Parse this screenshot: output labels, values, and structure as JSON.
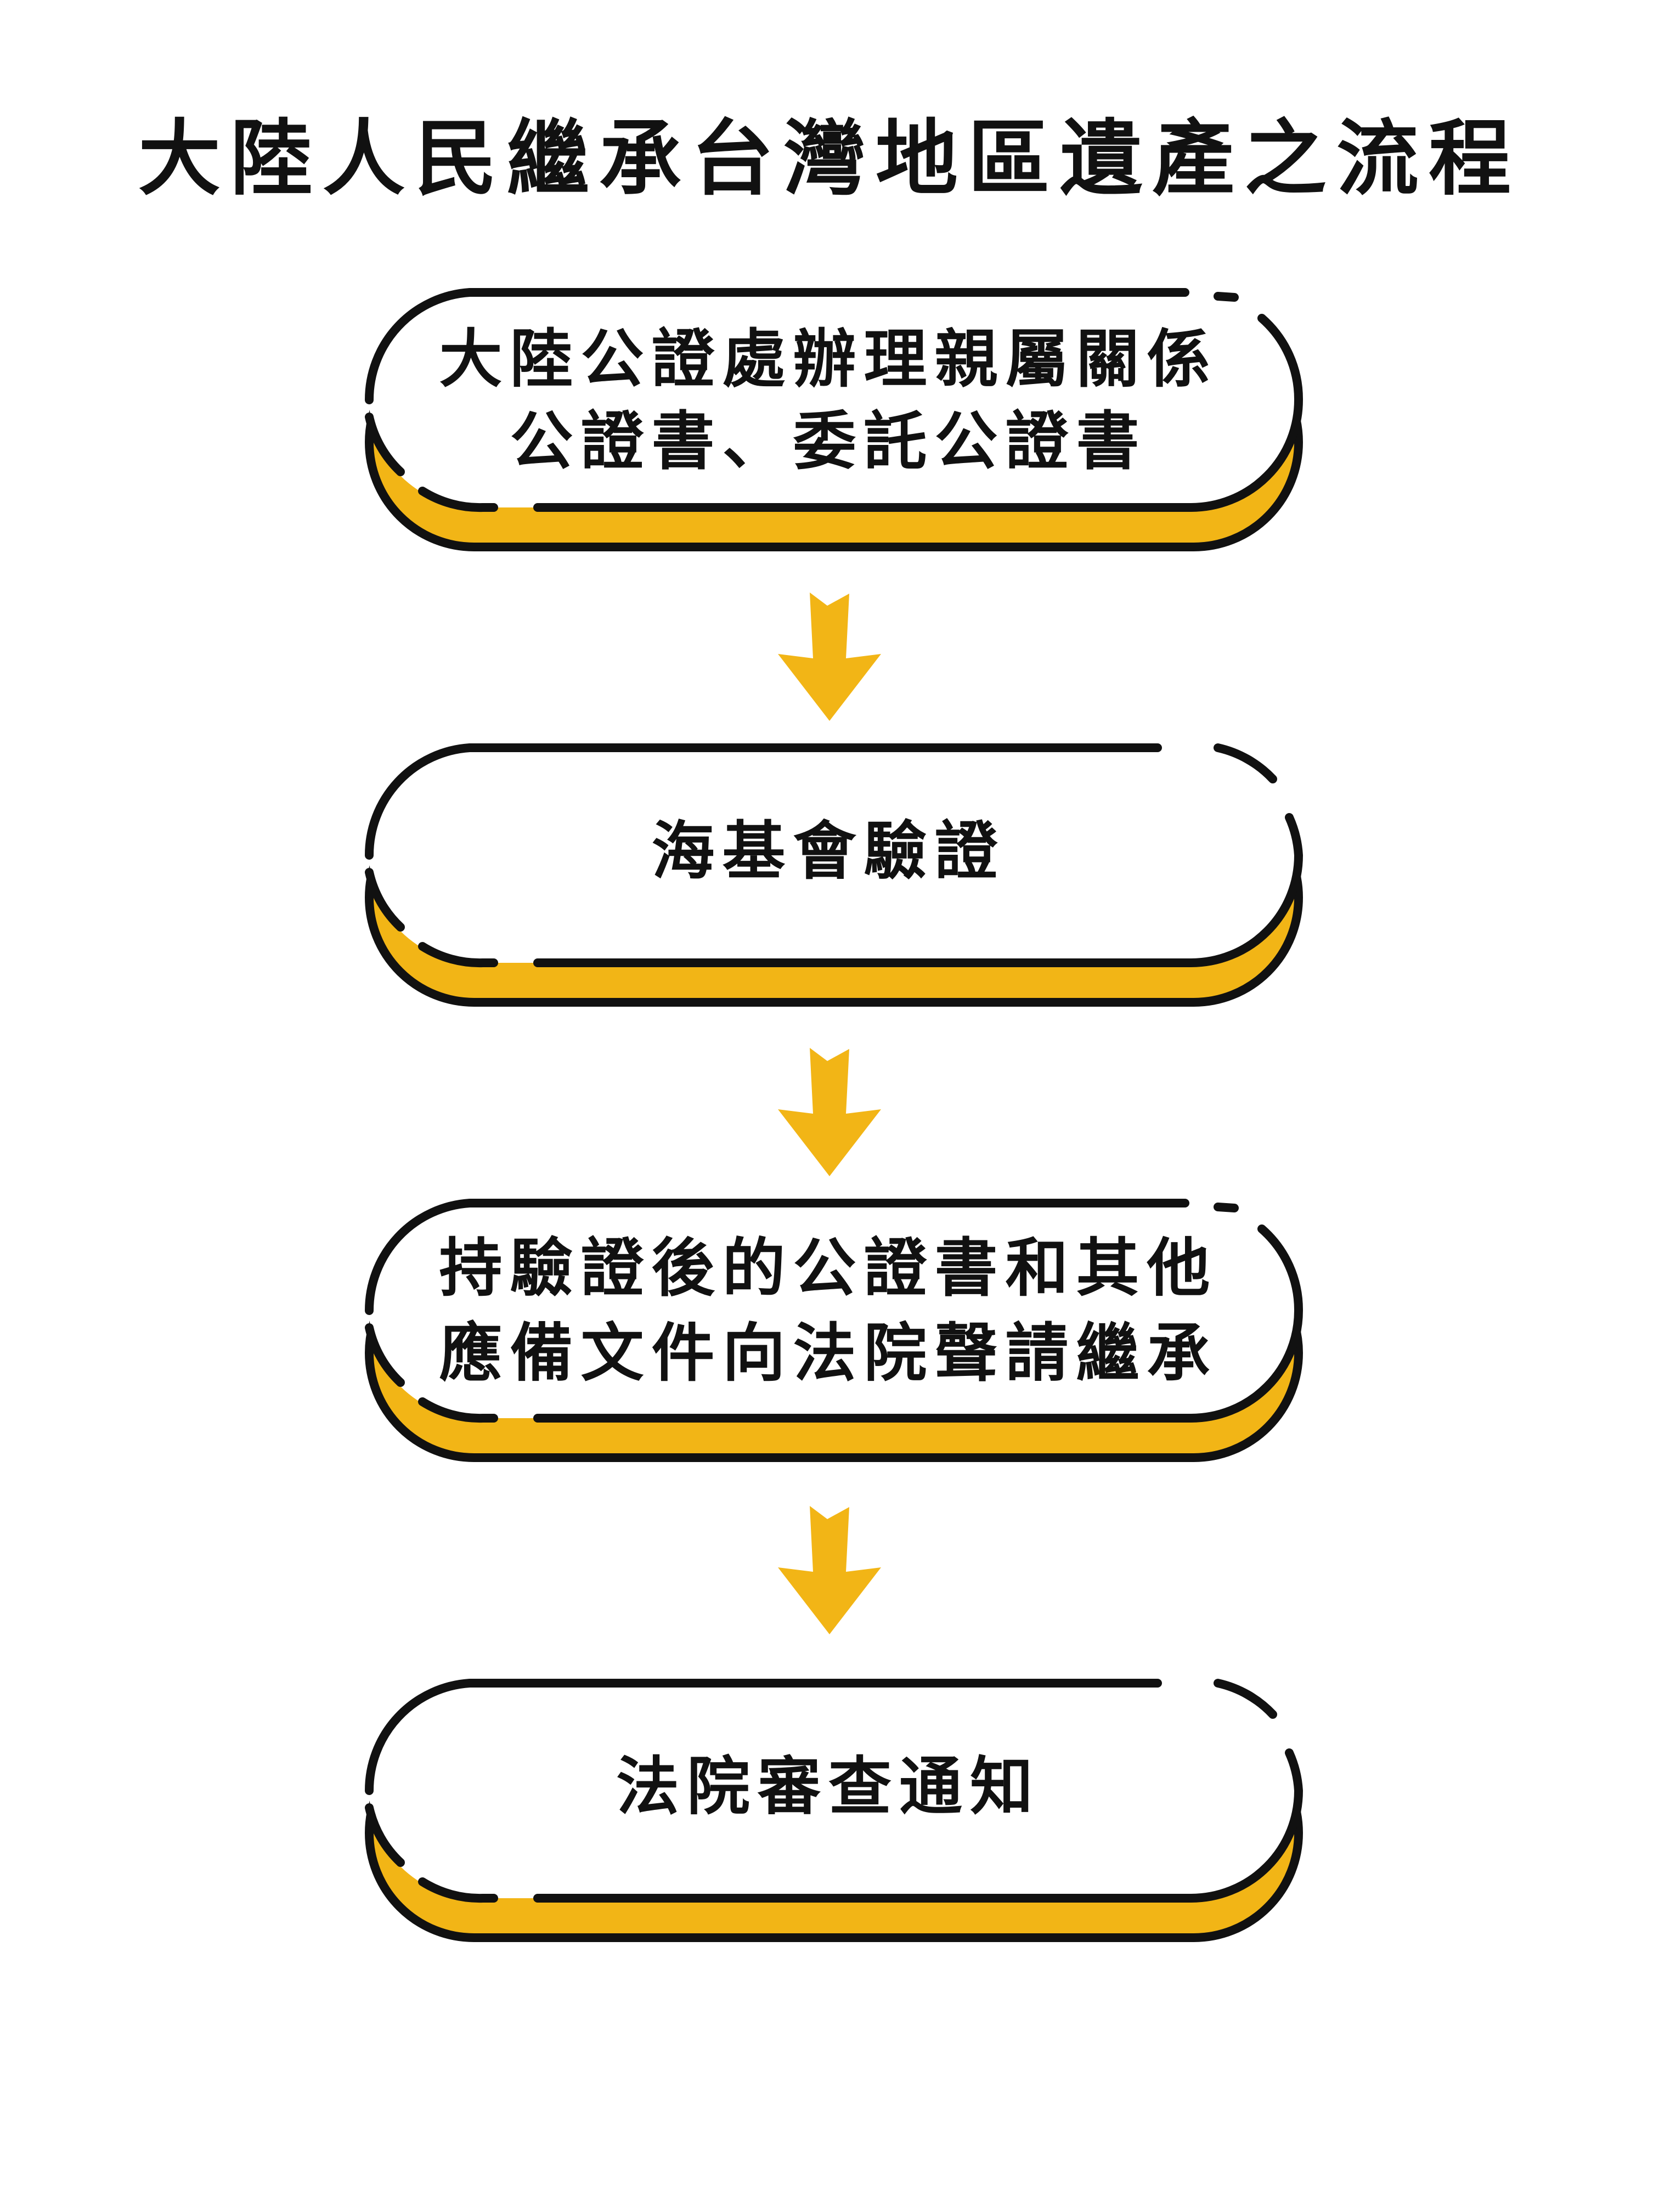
{
  "title": "大陸人民繼承台灣地區遺產之流程",
  "colors": {
    "accent": "#F2B516",
    "outline": "#111111",
    "fill": "#FFFFFF"
  },
  "steps": [
    {
      "lines": [
        "大陸公證處辦理親屬關係",
        "公證書、委託公證書"
      ]
    },
    {
      "lines": [
        "海基會驗證"
      ]
    },
    {
      "lines": [
        "持驗證後的公證書和其他",
        "應備文件向法院聲請繼承"
      ]
    },
    {
      "lines": [
        "法院審查通知"
      ]
    }
  ],
  "arrow_icon": "arrow-down-icon"
}
